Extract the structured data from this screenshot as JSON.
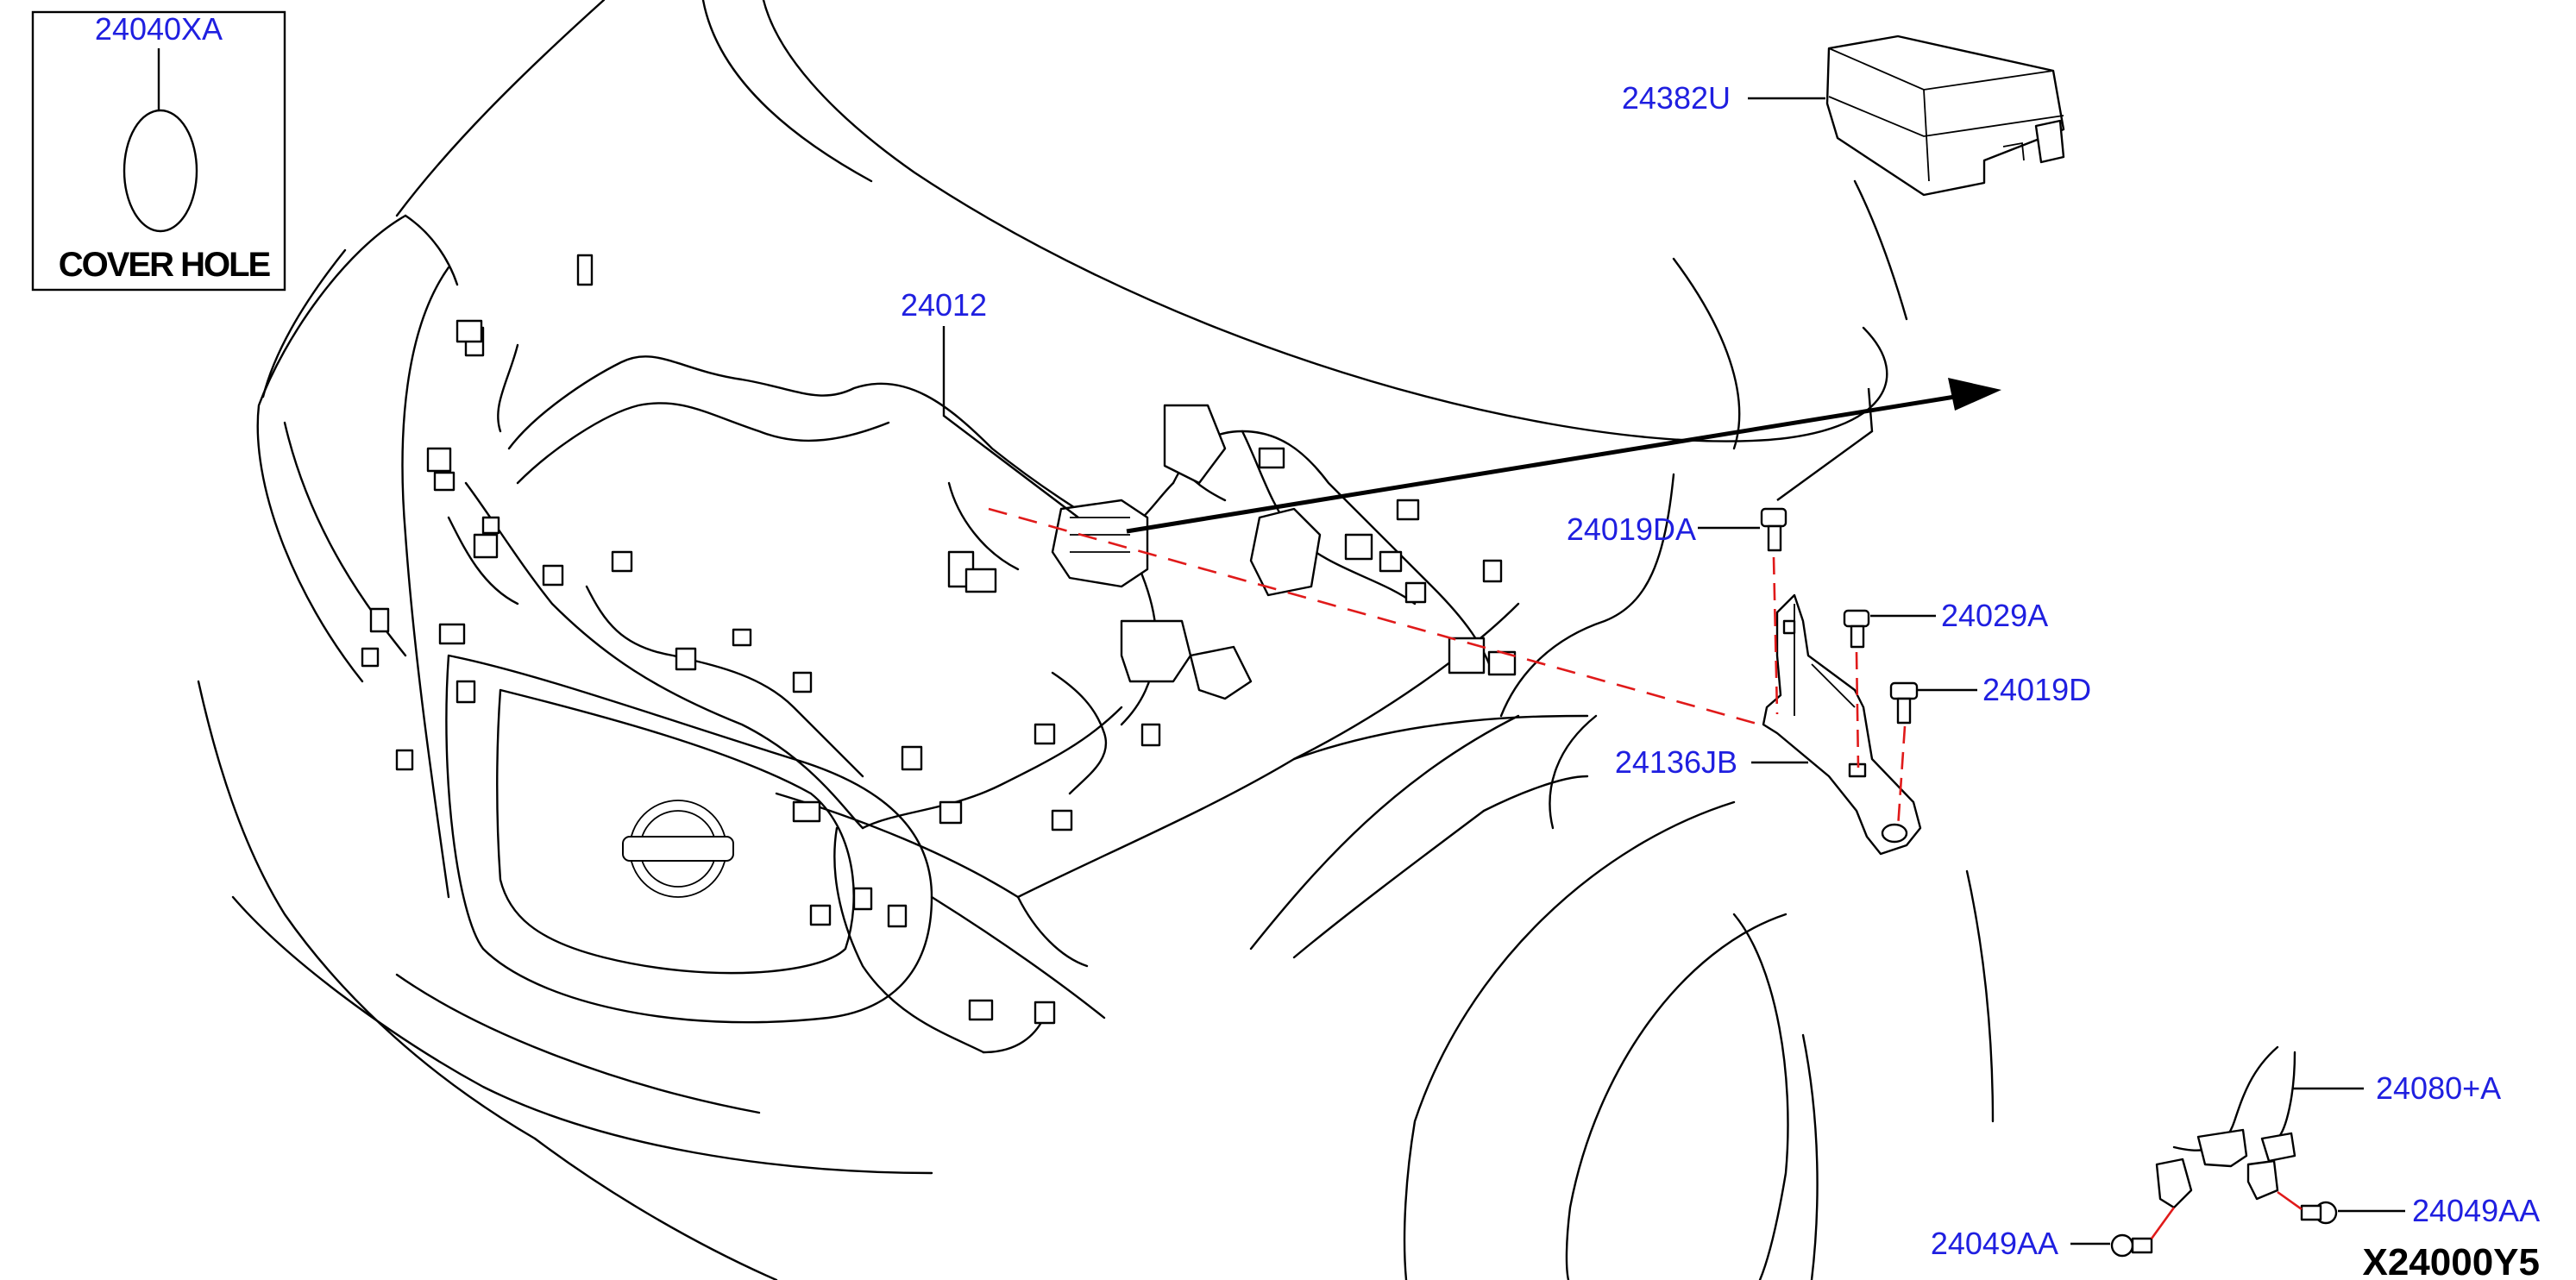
{
  "colors": {
    "callout": "#1f1fe0",
    "linework": "#000000",
    "guide": "#e01a1a",
    "background": "#ffffff"
  },
  "inset": {
    "part_number": "24040XA",
    "title": "COVER HOLE"
  },
  "callouts": [
    {
      "id": "24382U",
      "label": "24382U"
    },
    {
      "id": "24012",
      "label": "24012"
    },
    {
      "id": "24019DA",
      "label": "24019DA"
    },
    {
      "id": "24029A",
      "label": "24029A"
    },
    {
      "id": "24019D",
      "label": "24019D"
    },
    {
      "id": "24136JB",
      "label": "24136JB"
    },
    {
      "id": "24080A",
      "label": "24080+A"
    },
    {
      "id": "24049AA_left",
      "label": "24049AA"
    },
    {
      "id": "24049AA_right",
      "label": "24049AA"
    }
  ],
  "reference_code": "X24000Y5"
}
